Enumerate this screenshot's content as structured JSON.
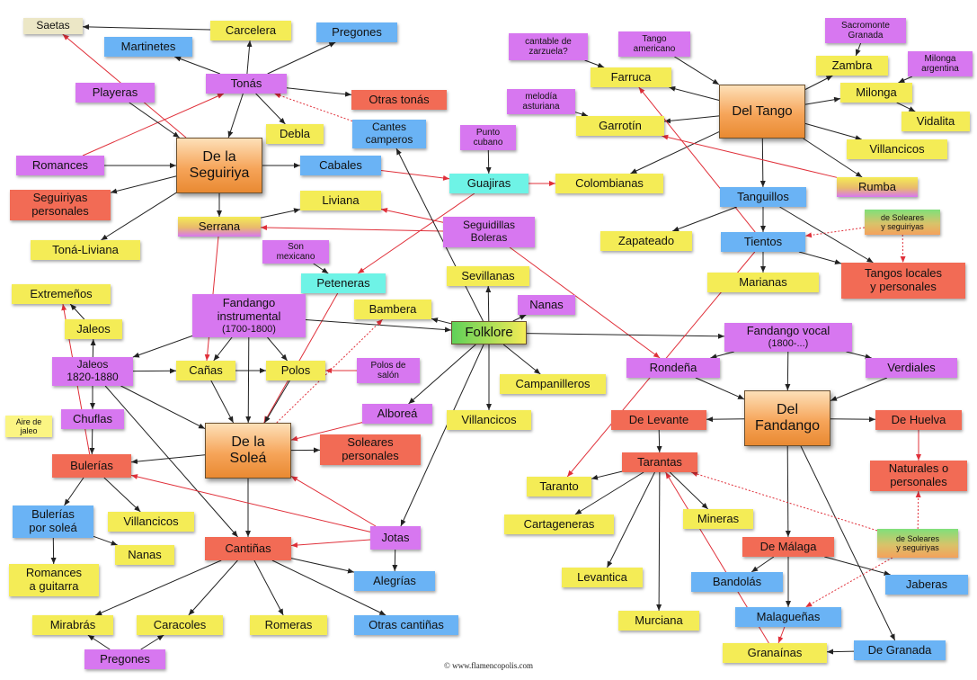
{
  "colors": {
    "yellow": "#f4ec56",
    "blue": "#6ab3f5",
    "violet": "#d777f0",
    "red": "#f26b55",
    "cyan": "#6ef3e6",
    "orange": "#f6a55a",
    "beige": "#ece7c6",
    "paleyellow": "#fbf583",
    "green": "#7fe07a",
    "arrow_black": "#222222",
    "arrow_red": "#e0303a"
  },
  "footer": "© www.flamencopolis.com",
  "nodes": [
    {
      "id": "saetas",
      "label": "Saetas",
      "style": "beige"
    },
    {
      "id": "carcelera",
      "label": "Carcelera",
      "style": "yellow"
    },
    {
      "id": "pregones_t",
      "label": "Pregones",
      "style": "blue"
    },
    {
      "id": "martinetes",
      "label": "Martinetes",
      "style": "blue"
    },
    {
      "id": "tonas",
      "label": "Tonás",
      "style": "violet"
    },
    {
      "id": "playeras",
      "label": "Playeras",
      "style": "violet"
    },
    {
      "id": "otras_tonas",
      "label": "Otras tonás",
      "style": "red"
    },
    {
      "id": "debla",
      "label": "Debla",
      "style": "yellow"
    },
    {
      "id": "cantes_camperos",
      "label": "Cantes\ncamperos",
      "style": "blue"
    },
    {
      "id": "punto_cubano",
      "label": "Punto\ncubano",
      "style": "violet"
    },
    {
      "id": "de_la_seguiriya",
      "label": "De la\nSeguiriya",
      "style": "main"
    },
    {
      "id": "romances",
      "label": "Romances",
      "style": "violet"
    },
    {
      "id": "cabales",
      "label": "Cabales",
      "style": "blue"
    },
    {
      "id": "guajiras",
      "label": "Guajiras",
      "style": "cyan"
    },
    {
      "id": "colombianas",
      "label": "Colombianas",
      "style": "yellow"
    },
    {
      "id": "seguiriyas_personales",
      "label": "Seguiriyas\npersonales",
      "style": "red"
    },
    {
      "id": "liviana",
      "label": "Liviana",
      "style": "yellow"
    },
    {
      "id": "serrana",
      "label": "Serrana",
      "style": "gradYV"
    },
    {
      "id": "seguidillas_boleras",
      "label": "Seguidillas\nBoleras",
      "style": "violet"
    },
    {
      "id": "tona_liviana",
      "label": "Toná-Liviana",
      "style": "yellow"
    },
    {
      "id": "son_mexicano",
      "label": "Son\nmexicano",
      "style": "violet"
    },
    {
      "id": "peteneras",
      "label": "Peteneras",
      "style": "cyan"
    },
    {
      "id": "sevillanas",
      "label": "Sevillanas",
      "style": "yellow"
    },
    {
      "id": "extremenos",
      "label": "Extremeños",
      "style": "yellow"
    },
    {
      "id": "fandango_instrumental",
      "label": "Fandango\ninstrumental",
      "sub": "(1700-1800)",
      "style": "violet"
    },
    {
      "id": "bambera",
      "label": "Bambera",
      "style": "yellow"
    },
    {
      "id": "nanas_f",
      "label": "Nanas",
      "style": "violet"
    },
    {
      "id": "jaleos",
      "label": "Jaleos",
      "style": "yellow"
    },
    {
      "id": "folklore",
      "label": "Folklore",
      "style": "folklore"
    },
    {
      "id": "jaleos_1820",
      "label": "Jaleos\n1820-1880",
      "style": "violet"
    },
    {
      "id": "canas",
      "label": "Cañas",
      "style": "yellow"
    },
    {
      "id": "polos",
      "label": "Polos",
      "style": "yellow"
    },
    {
      "id": "polos_de_salon",
      "label": "Polos de\nsalón",
      "style": "violet"
    },
    {
      "id": "campanilleros",
      "label": "Campanilleros",
      "style": "yellow"
    },
    {
      "id": "aire_de_jaleo",
      "label": "Aire de\njaleo",
      "style": "paleyellow"
    },
    {
      "id": "chuflas",
      "label": "Chuflas",
      "style": "violet"
    },
    {
      "id": "alborea",
      "label": "Alboreá",
      "style": "violet"
    },
    {
      "id": "villancicos_f",
      "label": "Villancicos",
      "style": "yellow"
    },
    {
      "id": "de_la_solea",
      "label": "De la\nSoleá",
      "style": "main"
    },
    {
      "id": "soleares_personales",
      "label": "Soleares\npersonales",
      "style": "red"
    },
    {
      "id": "bulerias",
      "label": "Bulerías",
      "style": "red"
    },
    {
      "id": "bulerias_por_solea",
      "label": "Bulerías\npor soleá",
      "style": "blue"
    },
    {
      "id": "villancicos_b",
      "label": "Villancicos",
      "style": "yellow"
    },
    {
      "id": "nanas_b",
      "label": "Nanas",
      "style": "yellow"
    },
    {
      "id": "jotas",
      "label": "Jotas",
      "style": "violet"
    },
    {
      "id": "cantinas",
      "label": "Cantiñas",
      "style": "red"
    },
    {
      "id": "romances_guitarra",
      "label": "Romances\na guitarra",
      "style": "yellow"
    },
    {
      "id": "alegrias",
      "label": "Alegrías",
      "style": "blue"
    },
    {
      "id": "mirabras",
      "label": "Mirabrás",
      "style": "yellow"
    },
    {
      "id": "caracoles",
      "label": "Caracoles",
      "style": "yellow"
    },
    {
      "id": "romeras",
      "label": "Romeras",
      "style": "yellow"
    },
    {
      "id": "otras_cantinas",
      "label": "Otras cantiñas",
      "style": "blue"
    },
    {
      "id": "pregones_c",
      "label": "Pregones",
      "style": "violet"
    },
    {
      "id": "cantable_zarzuela",
      "label": "cantable de\nzarzuela?",
      "style": "violet"
    },
    {
      "id": "tango_americano",
      "label": "Tango\namericano",
      "style": "violet"
    },
    {
      "id": "sacromonte_granada",
      "label": "Sacromonte\nGranada",
      "style": "violet"
    },
    {
      "id": "zambra",
      "label": "Zambra",
      "style": "yellow"
    },
    {
      "id": "milonga_argentina",
      "label": "Milonga\nargentina",
      "style": "violet"
    },
    {
      "id": "farruca",
      "label": "Farruca",
      "style": "yellow"
    },
    {
      "id": "milonga",
      "label": "Milonga",
      "style": "yellow"
    },
    {
      "id": "del_tango",
      "label": "Del Tango",
      "style": "main"
    },
    {
      "id": "melodia_asturiana",
      "label": "melodía\nasturiana",
      "style": "violet"
    },
    {
      "id": "garrotin",
      "label": "Garrotín",
      "style": "yellow"
    },
    {
      "id": "vidalita",
      "label": "Vidalita",
      "style": "yellow"
    },
    {
      "id": "villancicos_t",
      "label": "Villancicos",
      "style": "yellow"
    },
    {
      "id": "rumba",
      "label": "Rumba",
      "style": "gradYV"
    },
    {
      "id": "tanguillos",
      "label": "Tanguillos",
      "style": "blue"
    },
    {
      "id": "de_soleares_1",
      "label": "de Soleares\ny seguiriyas",
      "style": "gradGR"
    },
    {
      "id": "zapateado",
      "label": "Zapateado",
      "style": "yellow"
    },
    {
      "id": "tientos",
      "label": "Tientos",
      "style": "blue"
    },
    {
      "id": "marianas",
      "label": "Marianas",
      "style": "yellow"
    },
    {
      "id": "tangos_locales",
      "label": "Tangos locales\ny personales",
      "style": "red"
    },
    {
      "id": "fandango_vocal",
      "label": "Fandango vocal",
      "sub": "(1800-...)",
      "style": "violet"
    },
    {
      "id": "rondena",
      "label": "Rondeña",
      "style": "violet"
    },
    {
      "id": "verdiales",
      "label": "Verdiales",
      "style": "violet"
    },
    {
      "id": "del_fandango",
      "label": "Del\nFandango",
      "style": "main"
    },
    {
      "id": "de_levante",
      "label": "De Levante",
      "style": "red"
    },
    {
      "id": "de_huelva",
      "label": "De Huelva",
      "style": "red"
    },
    {
      "id": "tarantas",
      "label": "Tarantas",
      "style": "red"
    },
    {
      "id": "naturales_personales",
      "label": "Naturales o\npersonales",
      "style": "red"
    },
    {
      "id": "taranto",
      "label": "Taranto",
      "style": "yellow"
    },
    {
      "id": "mineras",
      "label": "Mineras",
      "style": "yellow"
    },
    {
      "id": "cartageneras",
      "label": "Cartageneras",
      "style": "yellow"
    },
    {
      "id": "de_soleares_2",
      "label": "de Soleares\ny seguiriyas",
      "style": "gradGR"
    },
    {
      "id": "de_malaga",
      "label": "De Málaga",
      "style": "red"
    },
    {
      "id": "levantica",
      "label": "Levantica",
      "style": "yellow"
    },
    {
      "id": "bandolas",
      "label": "Bandolás",
      "style": "blue"
    },
    {
      "id": "jaberas",
      "label": "Jaberas",
      "style": "blue"
    },
    {
      "id": "murciana",
      "label": "Murciana",
      "style": "yellow"
    },
    {
      "id": "malaguenas",
      "label": "Malagueñas",
      "style": "blue"
    },
    {
      "id": "granainas",
      "label": "Granaínas",
      "style": "yellow"
    },
    {
      "id": "de_granada",
      "label": "De Granada",
      "style": "blue"
    }
  ],
  "edges": [
    {
      "from": "tonas",
      "to": "carcelera"
    },
    {
      "from": "tonas",
      "to": "pregones_t"
    },
    {
      "from": "tonas",
      "to": "martinetes"
    },
    {
      "from": "tonas",
      "to": "otras_tonas"
    },
    {
      "from": "tonas",
      "to": "debla"
    },
    {
      "from": "tonas",
      "to": "de_la_seguiriya"
    },
    {
      "from": "carcelera",
      "to": "saetas"
    },
    {
      "from": "de_la_seguiriya",
      "to": "saetas",
      "color": "red"
    },
    {
      "from": "romances",
      "to": "tonas",
      "color": "red"
    },
    {
      "from": "cantes_camperos",
      "to": "tonas",
      "color": "red",
      "dashed": true
    },
    {
      "from": "playeras",
      "to": "de_la_seguiriya"
    },
    {
      "from": "romances",
      "to": "de_la_seguiriya"
    },
    {
      "from": "de_la_seguiriya",
      "to": "cabales"
    },
    {
      "from": "de_la_seguiriya",
      "to": "seguiriyas_personales"
    },
    {
      "from": "de_la_seguiriya",
      "to": "tona_liviana"
    },
    {
      "from": "de_la_seguiriya",
      "to": "serrana"
    },
    {
      "from": "serrana",
      "to": "liviana"
    },
    {
      "from": "cabales",
      "to": "guajiras",
      "color": "red"
    },
    {
      "from": "punto_cubano",
      "to": "guajiras"
    },
    {
      "from": "guajiras",
      "to": "colombianas",
      "color": "red"
    },
    {
      "from": "guajiras",
      "to": "peteneras",
      "color": "red"
    },
    {
      "from": "seguidillas_boleras",
      "to": "liviana",
      "color": "red"
    },
    {
      "from": "seguidillas_boleras",
      "to": "serrana",
      "color": "red"
    },
    {
      "from": "seguidillas_boleras",
      "to": "rondena",
      "color": "red"
    },
    {
      "from": "son_mexicano",
      "to": "peteneras"
    },
    {
      "from": "peteneras",
      "to": "de_la_solea",
      "color": "red"
    },
    {
      "from": "serrana",
      "to": "canas",
      "color": "red"
    },
    {
      "from": "folklore",
      "to": "cantes_camperos"
    },
    {
      "from": "folklore",
      "to": "sevillanas"
    },
    {
      "from": "folklore",
      "to": "bambera"
    },
    {
      "from": "folklore",
      "to": "nanas_f"
    },
    {
      "from": "folklore",
      "to": "campanilleros"
    },
    {
      "from": "folklore",
      "to": "villancicos_f"
    },
    {
      "from": "folklore",
      "to": "alborea"
    },
    {
      "from": "folklore",
      "to": "jotas"
    },
    {
      "from": "folklore",
      "to": "fandango_vocal"
    },
    {
      "from": "fandango_instrumental",
      "to": "folklore"
    },
    {
      "from": "fandango_instrumental",
      "to": "jaleos_1820"
    },
    {
      "from": "fandango_instrumental",
      "to": "canas"
    },
    {
      "from": "fandango_instrumental",
      "to": "polos"
    },
    {
      "from": "fandango_instrumental",
      "to": "de_la_solea"
    },
    {
      "from": "jaleos_1820",
      "to": "jaleos"
    },
    {
      "from": "jaleos",
      "to": "extremenos"
    },
    {
      "from": "jaleos_1820",
      "to": "canas"
    },
    {
      "from": "jaleos_1820",
      "to": "chuflas"
    },
    {
      "from": "jaleos_1820",
      "to": "de_la_solea"
    },
    {
      "from": "jaleos_1820",
      "to": "cantinas"
    },
    {
      "from": "canas",
      "to": "polos"
    },
    {
      "from": "canas",
      "to": "de_la_solea"
    },
    {
      "from": "polos",
      "to": "de_la_solea"
    },
    {
      "from": "polos_de_salon",
      "to": "polos",
      "color": "red"
    },
    {
      "from": "bulerias",
      "to": "extremenos",
      "color": "red"
    },
    {
      "from": "chuflas",
      "to": "bulerias"
    },
    {
      "from": "de_la_solea",
      "to": "bulerias"
    },
    {
      "from": "de_la_solea",
      "to": "soleares_personales"
    },
    {
      "from": "de_la_solea",
      "to": "cantinas"
    },
    {
      "from": "de_la_solea",
      "to": "bambera",
      "color": "red",
      "dashed": true
    },
    {
      "from": "alborea",
      "to": "de_la_solea",
      "color": "red"
    },
    {
      "from": "jotas",
      "to": "de_la_solea",
      "color": "red"
    },
    {
      "from": "jotas",
      "to": "bulerias",
      "color": "red"
    },
    {
      "from": "jotas",
      "to": "cantinas",
      "color": "red"
    },
    {
      "from": "jotas",
      "to": "alegrias"
    },
    {
      "from": "bulerias",
      "to": "bulerias_por_solea"
    },
    {
      "from": "bulerias",
      "to": "villancicos_b"
    },
    {
      "from": "bulerias_por_solea",
      "to": "nanas_b"
    },
    {
      "from": "bulerias_por_solea",
      "to": "romances_guitarra"
    },
    {
      "from": "cantinas",
      "to": "mirabras"
    },
    {
      "from": "cantinas",
      "to": "caracoles"
    },
    {
      "from": "cantinas",
      "to": "romeras"
    },
    {
      "from": "cantinas",
      "to": "alegrias"
    },
    {
      "from": "cantinas",
      "to": "otras_cantinas"
    },
    {
      "from": "pregones_c",
      "to": "mirabras"
    },
    {
      "from": "pregones_c",
      "to": "caracoles"
    },
    {
      "from": "cantable_zarzuela",
      "to": "farruca"
    },
    {
      "from": "tango_americano",
      "to": "del_tango"
    },
    {
      "from": "melodia_asturiana",
      "to": "garrotin"
    },
    {
      "from": "del_tango",
      "to": "farruca"
    },
    {
      "from": "del_tango",
      "to": "garrotin"
    },
    {
      "from": "del_tango",
      "to": "colombianas"
    },
    {
      "from": "del_tango",
      "to": "zambra"
    },
    {
      "from": "del_tango",
      "to": "milonga"
    },
    {
      "from": "del_tango",
      "to": "villancicos_t"
    },
    {
      "from": "del_tango",
      "to": "rumba"
    },
    {
      "from": "del_tango",
      "to": "tanguillos"
    },
    {
      "from": "sacromonte_granada",
      "to": "zambra"
    },
    {
      "from": "milonga_argentina",
      "to": "milonga"
    },
    {
      "from": "milonga",
      "to": "vidalita"
    },
    {
      "from": "rumba",
      "to": "garrotin",
      "color": "red"
    },
    {
      "from": "tientos",
      "to": "farruca",
      "color": "red"
    },
    {
      "from": "tientos",
      "to": "taranto",
      "color": "red"
    },
    {
      "from": "tanguillos",
      "to": "zapateado"
    },
    {
      "from": "tanguillos",
      "to": "tientos"
    },
    {
      "from": "tanguillos",
      "to": "tangos_locales"
    },
    {
      "from": "tientos",
      "to": "marianas"
    },
    {
      "from": "tientos",
      "to": "tangos_locales"
    },
    {
      "from": "de_soleares_1",
      "to": "tientos",
      "color": "red",
      "dashed": true
    },
    {
      "from": "de_soleares_1",
      "to": "tangos_locales",
      "color": "red",
      "dashed": true
    },
    {
      "from": "fandango_vocal",
      "to": "rondena"
    },
    {
      "from": "fandango_vocal",
      "to": "verdiales"
    },
    {
      "from": "fandango_vocal",
      "to": "del_fandango"
    },
    {
      "from": "rondena",
      "to": "del_fandango"
    },
    {
      "from": "verdiales",
      "to": "del_fandango"
    },
    {
      "from": "del_fandango",
      "to": "de_levante"
    },
    {
      "from": "del_fandango",
      "to": "de_huelva"
    },
    {
      "from": "del_fandango",
      "to": "de_malaga"
    },
    {
      "from": "del_fandango",
      "to": "de_granada"
    },
    {
      "from": "de_huelva",
      "to": "naturales_personales",
      "color": "red"
    },
    {
      "from": "de_levante",
      "to": "tarantas"
    },
    {
      "from": "tarantas",
      "to": "taranto"
    },
    {
      "from": "tarantas",
      "to": "cartageneras"
    },
    {
      "from": "tarantas",
      "to": "levantica"
    },
    {
      "from": "tarantas",
      "to": "murciana"
    },
    {
      "from": "tarantas",
      "to": "mineras"
    },
    {
      "from": "de_soleares_2",
      "to": "tarantas",
      "color": "red",
      "dashed": true
    },
    {
      "from": "de_soleares_2",
      "to": "naturales_personales",
      "color": "red",
      "dashed": true
    },
    {
      "from": "de_soleares_2",
      "to": "malaguenas",
      "color": "red",
      "dashed": true
    },
    {
      "from": "de_malaga",
      "to": "bandolas"
    },
    {
      "from": "de_malaga",
      "to": "malaguenas"
    },
    {
      "from": "de_malaga",
      "to": "jaberas"
    },
    {
      "from": "malaguenas",
      "to": "granainas",
      "color": "red"
    },
    {
      "from": "granainas",
      "to": "tarantas",
      "color": "red"
    },
    {
      "from": "de_granada",
      "to": "granainas"
    }
  ]
}
